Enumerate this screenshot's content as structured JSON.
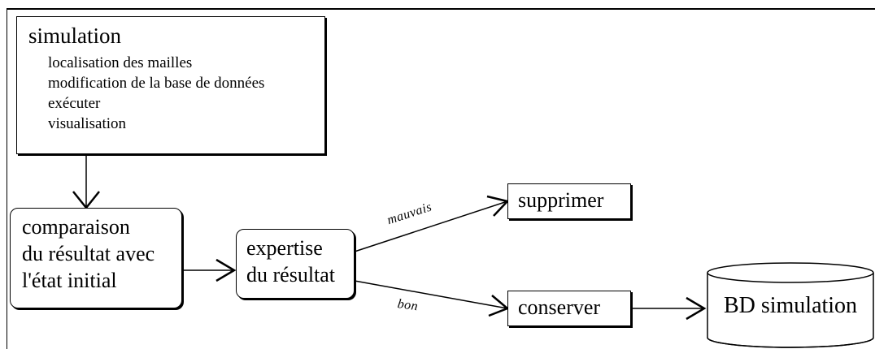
{
  "simulation": {
    "title": "simulation",
    "items": [
      "localisation des mailles",
      "modification de la base de données",
      "exécuter",
      "visualisation"
    ]
  },
  "comparison": {
    "line1": "comparaison",
    "line2": "du résultat avec",
    "line3": "l'état initial"
  },
  "expertise": {
    "line1": "expertise",
    "line2": "du résultat"
  },
  "delete_box": {
    "label": "supprimer"
  },
  "keep_box": {
    "label": "conserver"
  },
  "edges": {
    "bad_label": "mauvais",
    "good_label": "bon"
  },
  "database": {
    "label": "BD simulation"
  }
}
